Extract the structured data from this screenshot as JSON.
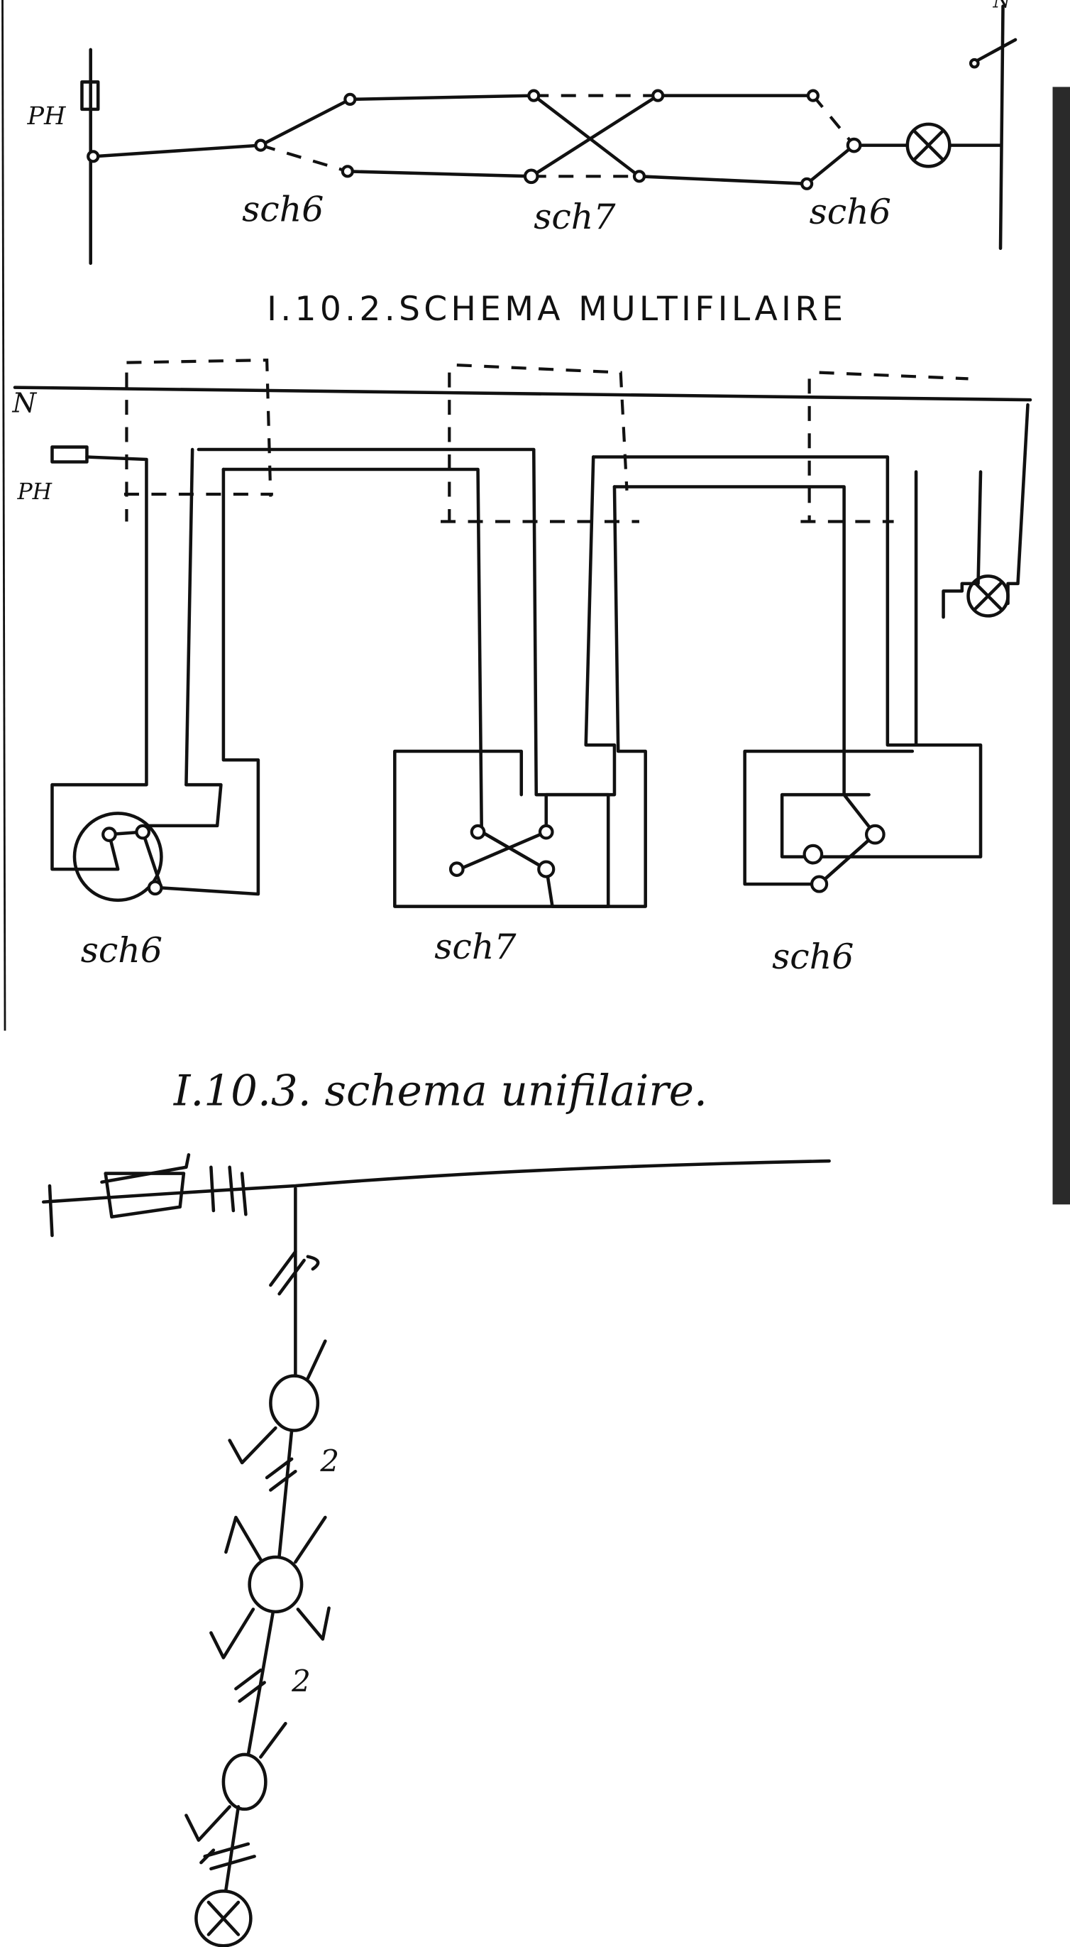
{
  "colors": {
    "ink": "#111111",
    "paper": "#ffffff",
    "scan_edge": "#2a2a2a"
  },
  "developpe": {
    "phase_label": "PH",
    "neutral_label": "N",
    "switches": [
      "sch6",
      "sch7",
      "sch6"
    ]
  },
  "multifilaire": {
    "title": "I.10.2.SCHEMA MULTIFILAIRE",
    "neutral_label": "N",
    "phase_label": "PH",
    "switches": [
      "sch6",
      "sch7",
      "sch6"
    ]
  },
  "unifilaire": {
    "title": "I.10.3. schema unifilaire.",
    "conductor_counts": [
      "2",
      "2"
    ]
  }
}
